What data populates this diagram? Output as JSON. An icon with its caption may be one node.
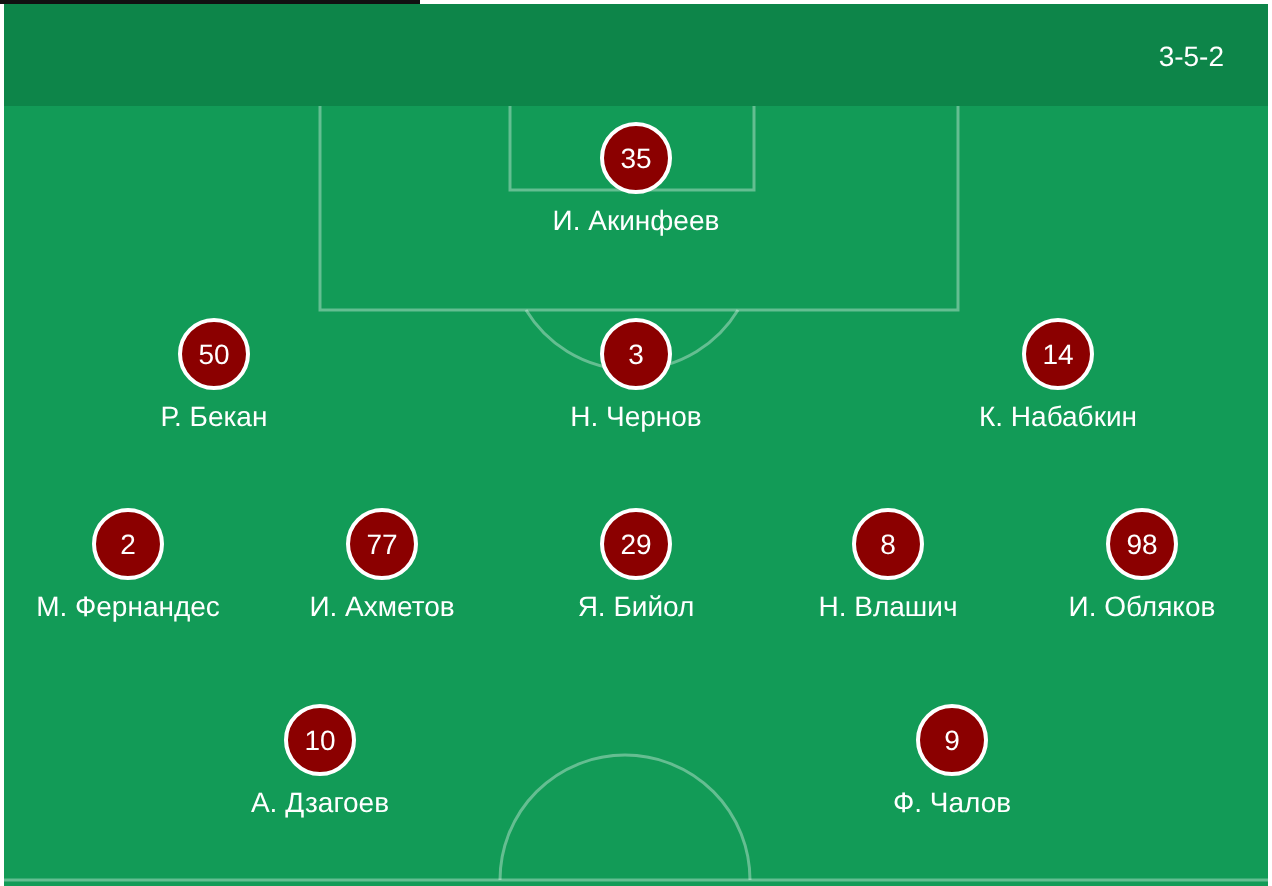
{
  "diagram": {
    "nodes": [
      {
        "text": [
          "35",
          "И. Акинфеев"
        ]
      },
      {
        "text": [
          "50",
          "Р. Бекан"
        ]
      },
      {
        "text": [
          "3",
          "Н. Чернов"
        ]
      },
      {
        "text": [
          "14",
          "К. Набабкин"
        ]
      },
      {
        "text": [
          "2",
          "М. Фернандес"
        ]
      },
      {
        "text": [
          "77",
          "И. Ахметов"
        ]
      },
      {
        "text": [
          "29",
          "Я. Бийол"
        ]
      },
      {
        "text": [
          "8",
          "Н. Влашич"
        ]
      },
      {
        "text": [
          "98",
          "И. Обляков"
        ]
      },
      {
        "text": [
          "10",
          "А. Дзагоев"
        ]
      },
      {
        "text": [
          "9",
          "Ф. Чалов"
        ]
      }
    ],
    "edges": [],
    "labels": [
      "3-5-2"
    ]
  }
}
